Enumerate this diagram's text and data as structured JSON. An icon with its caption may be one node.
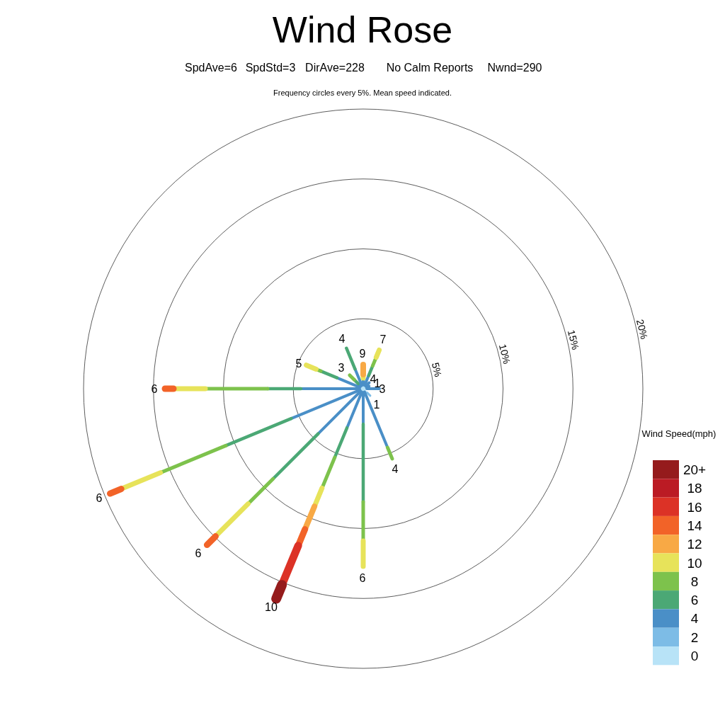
{
  "diagram": {
    "title": "Wind Rose",
    "labels": [
      "SpdAve=6",
      "SpdStd=3",
      "DirAve=228",
      "No Calm Reports",
      "Nwnd=290",
      "Frequency circles every 5%. Mean speed indicated.",
      "20%",
      "15%",
      "10%",
      "5%",
      "4",
      "7",
      "9",
      "5",
      "3",
      "6",
      "4",
      "1",
      "3",
      "1",
      "4",
      "6",
      "6",
      "6",
      "10",
      "Wind Speed(mph)"
    ],
    "legend": [
      {
        "text": "20+",
        "color": "#951b1c"
      },
      {
        "text": "18",
        "color": "#bb1b24"
      },
      {
        "text": "16",
        "color": "#dc3226"
      },
      {
        "text": "14",
        "color": "#f26328"
      },
      {
        "text": "12",
        "color": "#f8a945"
      },
      {
        "text": "10",
        "color": "#e7e35a"
      },
      {
        "text": "8",
        "color": "#7dc24c"
      },
      {
        "text": "6",
        "color": "#4ba875"
      },
      {
        "text": "4",
        "color": "#4a8fc7"
      },
      {
        "text": "2",
        "color": "#7dbce6"
      },
      {
        "text": "0",
        "color": "#b8e3f7"
      }
    ]
  }
}
